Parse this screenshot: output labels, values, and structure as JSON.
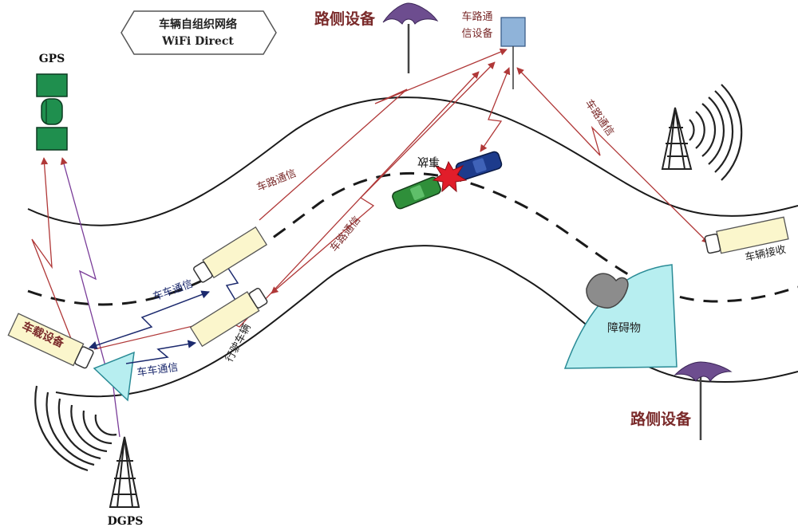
{
  "banner": {
    "line1": "车辆自组织网络",
    "line2": "WiFi Direct"
  },
  "gps": {
    "label": "GPS"
  },
  "dgps": {
    "label": "DGPS"
  },
  "roadside_top": {
    "label": "路侧设备"
  },
  "roadside_bottom": {
    "label": "路侧设备"
  },
  "rsu_box": {
    "line1": "车路通",
    "line2": "信设备"
  },
  "accident": {
    "label": "事故"
  },
  "links": {
    "v2r_1": "车路通信",
    "v2r_2": "车路通信",
    "v2r_3": "车路通信",
    "v2v_1": "车车通信",
    "v2v_2": "车车通信"
  },
  "vehicles": {
    "onboard": "车载设备",
    "driving": "行驶车辆",
    "receiving": "车辆接收"
  },
  "obstacle": {
    "label": "障碍物"
  },
  "colors": {
    "road": "#1a1a1a",
    "truck_fill": "#fbf6cc",
    "sensor_fill": "#b7eef0",
    "gps_green": "#1f8f4e",
    "rsu_blue": "#8fb3d9",
    "link_red": "#b03838",
    "link_navy": "#1c2a6e",
    "label_brown": "#7a2a2a"
  }
}
